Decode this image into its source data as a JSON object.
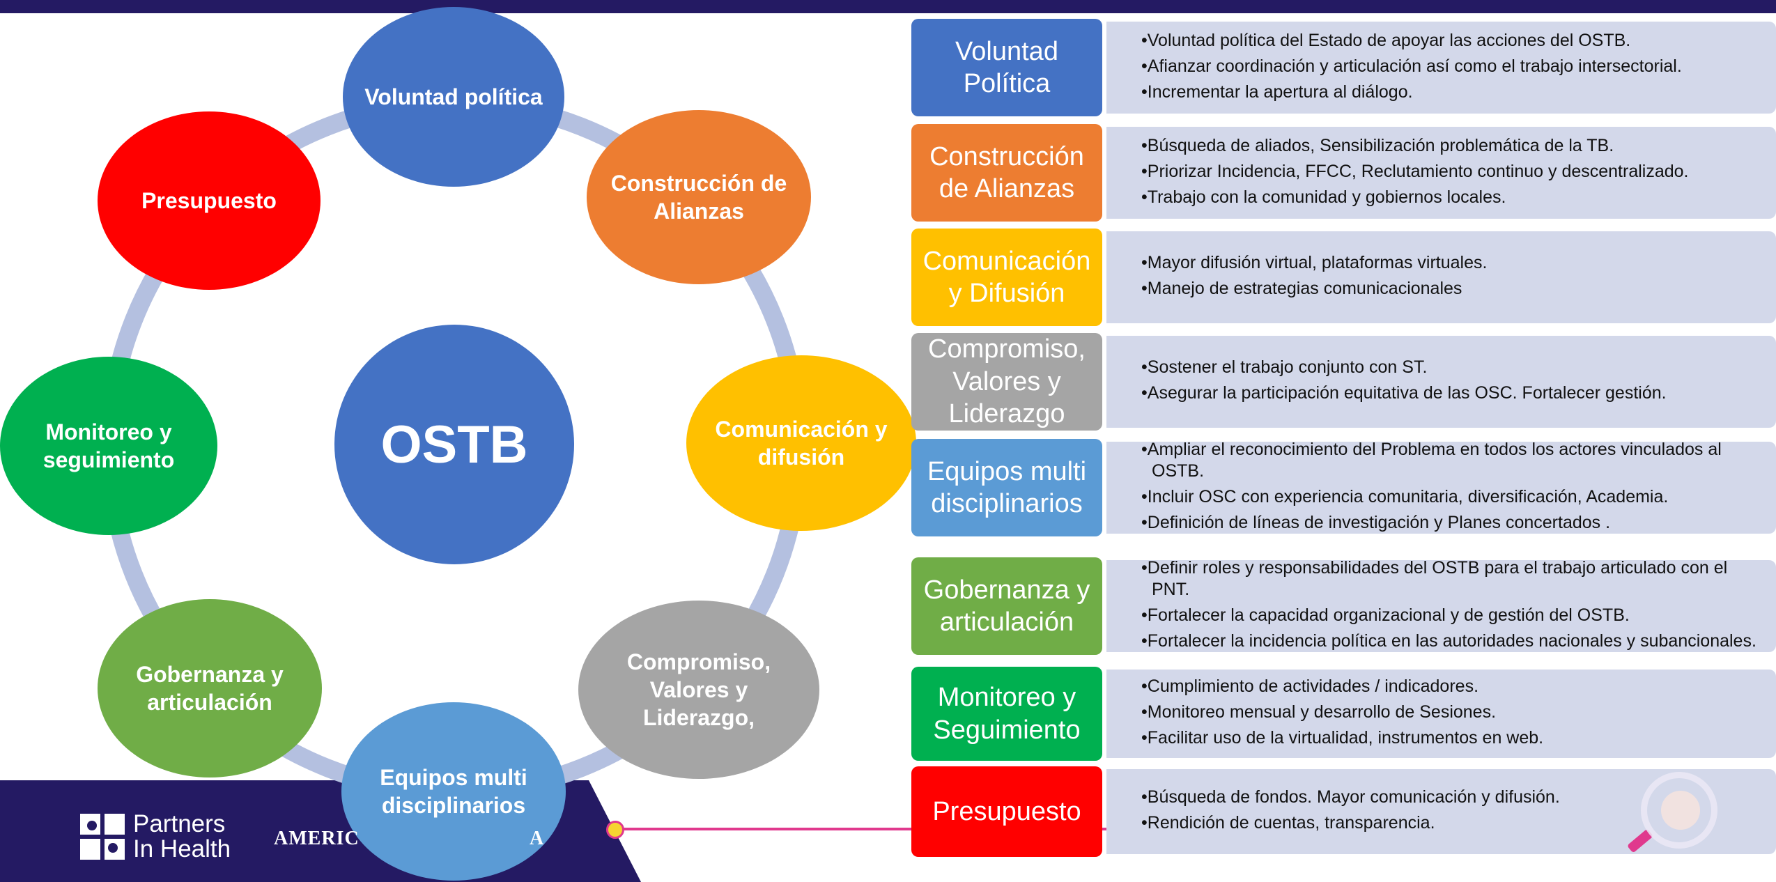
{
  "diagram": {
    "center": "OSTB",
    "nodes": [
      {
        "id": "voluntad",
        "label": "Voluntad política",
        "color": "#4472c4"
      },
      {
        "id": "alianzas",
        "label": "Construcción de Alianzas",
        "color": "#ed7d31"
      },
      {
        "id": "comunicacion",
        "label": "Comunicación y difusión",
        "color": "#ffc000"
      },
      {
        "id": "compromiso",
        "label": "Compromiso, Valores y Liderazgo,",
        "color": "#a5a5a5"
      },
      {
        "id": "equipos",
        "label": "Equipos multi disciplinarios",
        "color": "#5b9bd5"
      },
      {
        "id": "gobernanza",
        "label": "Gobernanza y articulación",
        "color": "#70ad47"
      },
      {
        "id": "monitoreo",
        "label": "Monitoreo y seguimiento",
        "color": "#00b050"
      },
      {
        "id": "presupuesto",
        "label": "Presupuesto",
        "color": "#ff0000"
      }
    ],
    "ring_color": "#b4c0e0",
    "center_color": "#4472c4"
  },
  "rows": [
    {
      "label": "Voluntad Política",
      "color": "#4472c4",
      "items": [
        "Voluntad política del Estado de apoyar las acciones del OSTB.",
        "Afianzar coordinación y articulación así como el trabajo intersectorial.",
        "Incrementar la apertura al diálogo."
      ]
    },
    {
      "label": "Construcción de Alianzas",
      "color": "#ed7d31",
      "items": [
        "Búsqueda de aliados, Sensibilización problemática de la TB.",
        "Priorizar Incidencia, FFCC, Reclutamiento continuo y descentralizado.",
        "Trabajo con la comunidad y gobiernos locales."
      ]
    },
    {
      "label": "Comunicación y Difusión",
      "color": "#ffc000",
      "items": [
        "Mayor difusión virtual, plataformas virtuales.",
        "Manejo de estrategias comunicacionales"
      ]
    },
    {
      "label": "Compromiso, Valores y Liderazgo",
      "color": "#a5a5a5",
      "items": [
        "Sostener el trabajo conjunto con ST.",
        "Asegurar la participación equitativa de las OSC. Fortalecer gestión."
      ]
    },
    {
      "label": "Equipos multi disciplinarios",
      "color": "#5b9bd5",
      "items": [
        "Ampliar el reconocimiento del Problema en todos los actores vinculados al OSTB.",
        "Incluir OSC con experiencia comunitaria, diversificación, Academia.",
        "Definición de líneas de investigación y Planes concertados ."
      ]
    },
    {
      "label": "Gobernanza y articulación",
      "color": "#70ad47",
      "items": [
        "Definir roles y responsabilidades del OSTB para el trabajo articulado con el PNT.",
        "Fortalecer la capacidad organizacional y de gestión del OSTB.",
        "Fortalecer la incidencia política en las autoridades nacionales y subancionales."
      ]
    },
    {
      "label": "Monitoreo y Seguimiento",
      "color": "#00b050",
      "items": [
        "Cumplimiento de actividades / indicadores.",
        "Monitoreo mensual y desarrollo de Sesiones.",
        "Facilitar uso de la virtualidad, instrumentos en web."
      ]
    },
    {
      "label": "Presupuesto",
      "color": "#ff0000",
      "items": [
        "Búsqueda de fondos. Mayor comunicación y difusión.",
        "Rendición de cuentas, transparencia."
      ]
    }
  ],
  "footer": {
    "logo_line1": "Partners",
    "logo_line2": "In Health",
    "org_text_left": "AMERIC",
    "org_text_right": "A"
  }
}
